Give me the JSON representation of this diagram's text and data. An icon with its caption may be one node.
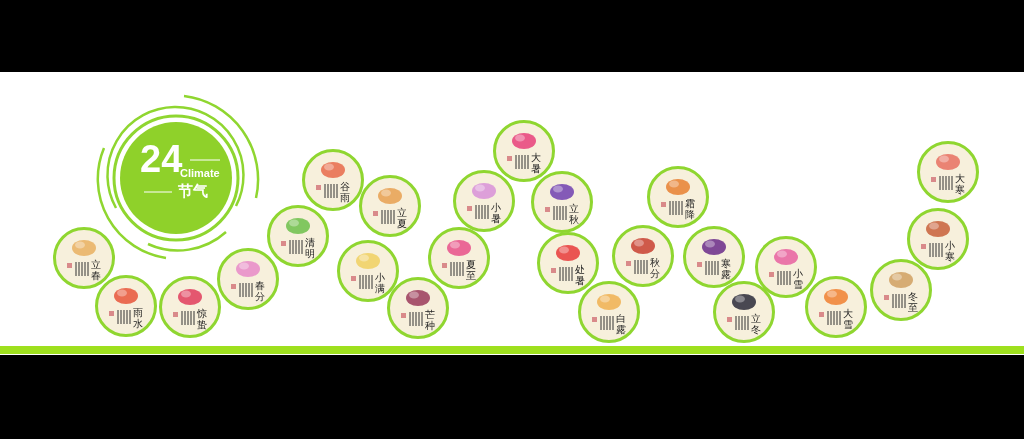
{
  "diagram": {
    "nodes": [
      {
        "text": [
          "24",
          "Climate",
          "节气"
        ]
      },
      {
        "text": [
          "立春"
        ]
      },
      {
        "text": [
          "雨水"
        ]
      },
      {
        "text": [
          "惊蛰"
        ]
      },
      {
        "text": [
          "春分"
        ]
      },
      {
        "text": [
          "清明"
        ]
      },
      {
        "text": [
          "谷雨"
        ]
      },
      {
        "text": [
          "立夏"
        ]
      },
      {
        "text": [
          "小满"
        ]
      },
      {
        "text": [
          "芒种"
        ]
      },
      {
        "text": [
          "夏至"
        ]
      },
      {
        "text": [
          "小暑"
        ]
      },
      {
        "text": [
          "大暑"
        ]
      },
      {
        "text": [
          "立秋"
        ]
      },
      {
        "text": [
          "处暑"
        ]
      },
      {
        "text": [
          "白露"
        ]
      },
      {
        "text": [
          "秋分"
        ]
      },
      {
        "text": [
          "霜降"
        ]
      },
      {
        "text": [
          "寒露"
        ]
      },
      {
        "text": [
          "立冬"
        ]
      },
      {
        "text": [
          "小雪"
        ]
      },
      {
        "text": [
          "大雪"
        ]
      },
      {
        "text": [
          "冬至"
        ]
      },
      {
        "text": [
          "小寒"
        ]
      },
      {
        "text": [
          "大寒"
        ]
      }
    ]
  }
}
